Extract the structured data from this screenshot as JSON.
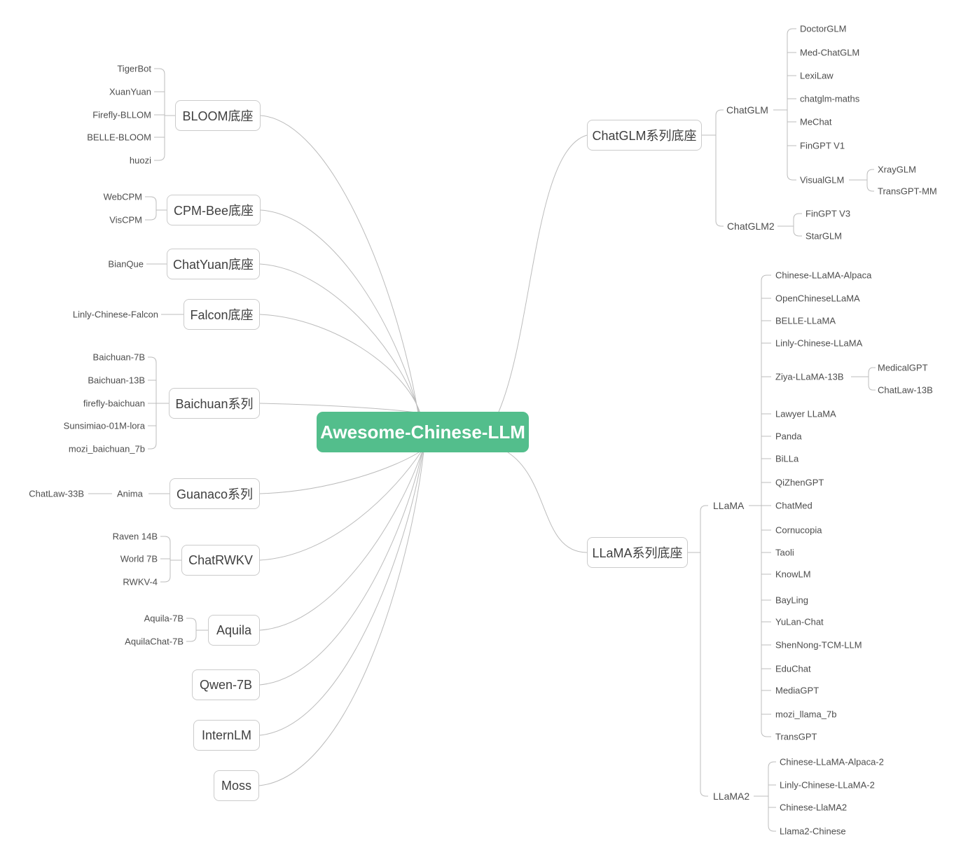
{
  "root": {
    "label": "Awesome-Chinese-LLM"
  },
  "colors": {
    "root_bg": "#53be8c",
    "root_text": "#ffffff",
    "line": "#bcbcbc",
    "box_border": "#cbcbcb"
  },
  "left": [
    {
      "label": "BLOOM底座",
      "children": [
        "TigerBot",
        "XuanYuan",
        "Firefly-BLLOM",
        "BELLE-BLOOM",
        "huozi"
      ]
    },
    {
      "label": "CPM-Bee底座",
      "children": [
        "WebCPM",
        "VisCPM"
      ]
    },
    {
      "label": "ChatYuan底座",
      "children": [
        "BianQue"
      ]
    },
    {
      "label": "Falcon底座",
      "children": [
        "Linly-Chinese-Falcon"
      ]
    },
    {
      "label": "Baichuan系列",
      "children": [
        "Baichuan-7B",
        "Baichuan-13B",
        "firefly-baichuan",
        "Sunsimiao-01M-lora",
        "mozi_baichuan_7b"
      ]
    },
    {
      "label": "Guanaco系列",
      "children": [
        {
          "label": "Anima",
          "children": [
            "ChatLaw-33B"
          ]
        }
      ]
    },
    {
      "label": "ChatRWKV",
      "children": [
        "Raven 14B",
        "World 7B",
        "RWKV-4"
      ]
    },
    {
      "label": "Aquila",
      "children": [
        "Aquila-7B",
        "AquilaChat-7B"
      ]
    },
    {
      "label": "Qwen-7B",
      "children": []
    },
    {
      "label": "InternLM",
      "children": []
    },
    {
      "label": "Moss",
      "children": []
    }
  ],
  "right": [
    {
      "label": "ChatGLM系列底座",
      "children": [
        {
          "label": "ChatGLM",
          "children": [
            "DoctorGLM",
            "Med-ChatGLM",
            "LexiLaw",
            "chatglm-maths",
            "MeChat",
            "FinGPT V1",
            {
              "label": "VisualGLM",
              "children": [
                "XrayGLM",
                "TransGPT-MM"
              ]
            }
          ]
        },
        {
          "label": "ChatGLM2",
          "children": [
            "FinGPT V3",
            "StarGLM"
          ]
        }
      ]
    },
    {
      "label": "LLaMA系列底座",
      "children": [
        {
          "label": "LLaMA",
          "children": [
            "Chinese-LLaMA-Alpaca",
            "OpenChineseLLaMA",
            "BELLE-LLaMA",
            "Linly-Chinese-LLaMA",
            {
              "label": "Ziya-LLaMA-13B",
              "children": [
                "MedicalGPT",
                "ChatLaw-13B"
              ]
            },
            "Lawyer LLaMA",
            "Panda",
            "BiLLa",
            "QiZhenGPT",
            "ChatMed",
            "Cornucopia",
            "Taoli",
            "KnowLM",
            "BayLing",
            "YuLan-Chat",
            "ShenNong-TCM-LLM",
            "EduChat",
            "MediaGPT",
            "mozi_llama_7b",
            "TransGPT"
          ]
        },
        {
          "label": "LLaMA2",
          "children": [
            "Chinese-LLaMA-Alpaca-2",
            "Linly-Chinese-LLaMA-2",
            "Chinese-LlaMA2",
            "Llama2-Chinese"
          ]
        }
      ]
    }
  ]
}
